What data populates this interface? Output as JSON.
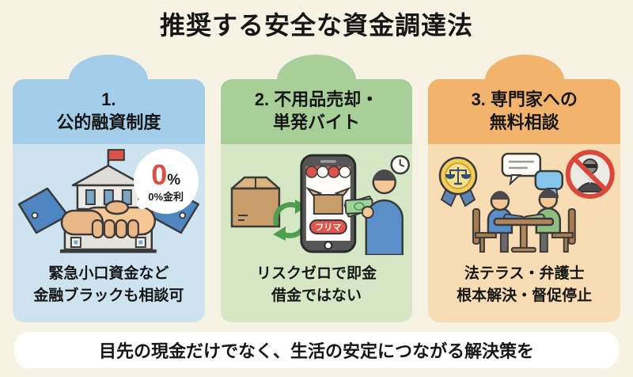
{
  "page": {
    "title": "推奨する安全な資金調達法",
    "footer": "目先の現金だけでなく、生活の安定につながる解決策を"
  },
  "colors": {
    "background": "#f6f2e4",
    "text": "#161616",
    "banner_bg": "#ffffff",
    "accent_red": "#dd4f45",
    "card1_header": "#a3cde8",
    "card1_body": "#cde3f0",
    "card2_header": "#a8cf97",
    "card2_body": "#d6e7c5",
    "card3_header": "#f2b46d",
    "card3_body": "#f8dcb4"
  },
  "cards": [
    {
      "id": "public-loans",
      "title_line1": "1.",
      "title_line2": "公的融資制度",
      "caption_line1": "緊急小口資金など",
      "caption_line2": "金融ブラックも相談可",
      "badge_zero": "0",
      "badge_percent": "%",
      "badge_sub": "0%金利",
      "illustration": "bank-handshake"
    },
    {
      "id": "sell-items-gig-work",
      "title_line1": "2. 不用品売却・",
      "title_line2": "単発バイト",
      "caption_line1": "リスクゼロで即金",
      "caption_line2": "借金ではない",
      "phone_button_label": "フリマ",
      "illustration": "box-recycle-phone-cash-clock"
    },
    {
      "id": "expert-consultation",
      "title_line1": "3. 専門家への",
      "title_line2": "無料相談",
      "caption_line1": "法テラス・弁護士",
      "caption_line2": "根本解決・督促停止",
      "illustration": "award-consultation-no-loan-shark"
    }
  ]
}
